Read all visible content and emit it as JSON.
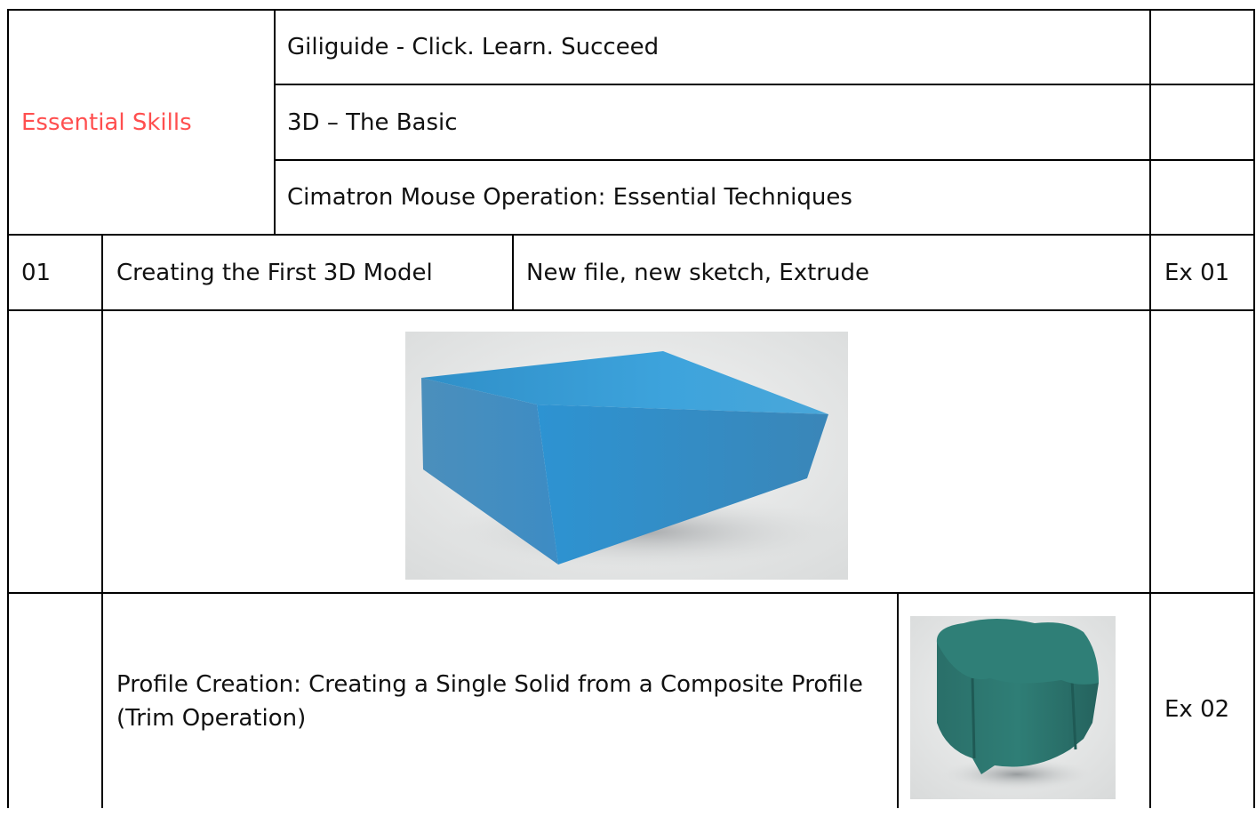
{
  "header": {
    "section_label": "Essential Skills",
    "brand_line": "Giliguide - Click. Learn. Succeed",
    "category": "3D – The Basic",
    "topic": "Cimatron Mouse Operation: Essential Techniques"
  },
  "lessons": [
    {
      "number": "01",
      "title": "Creating the First 3D Model",
      "description": "New file, new sketch, Extrude",
      "exercise": "Ex 01",
      "image_icon": "extruded-block-render"
    },
    {
      "number": "",
      "title": "Profile Creation: Creating a Single Solid from a Composite Profile (Trim Operation)",
      "exercise": "Ex 02",
      "image_icon": "composite-profile-solid-render"
    }
  ],
  "colors": {
    "accent_red": "#ff4f4f",
    "block_blue": "#3a97cf",
    "solid_teal": "#2d7a73"
  }
}
